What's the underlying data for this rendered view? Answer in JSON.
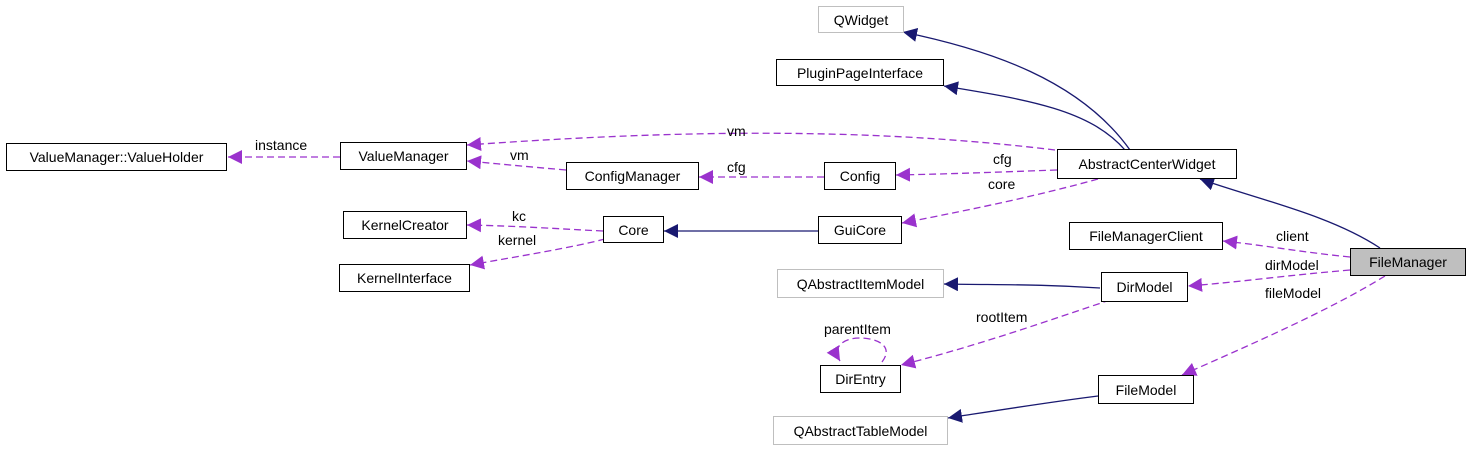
{
  "colors": {
    "inheritance": "#191970",
    "usage": "#9a32cd",
    "external_border": "#bfbfbf",
    "focus_fill": "#bfbfbf"
  },
  "nodes": {
    "qwidget": "QWidget",
    "plugin_page_interface": "PluginPageInterface",
    "value_holder": "ValueManager::ValueHolder",
    "value_manager": "ValueManager",
    "config_manager": "ConfigManager",
    "config": "Config",
    "abstract_center_widget": "AbstractCenterWidget",
    "kernel_creator": "KernelCreator",
    "core": "Core",
    "gui_core": "GuiCore",
    "file_manager_client": "FileManagerClient",
    "kernel_interface": "KernelInterface",
    "qabstract_item_model": "QAbstractItemModel",
    "dir_model": "DirModel",
    "file_manager": "FileManager",
    "dir_entry": "DirEntry",
    "file_model": "FileModel",
    "qabstract_table_model": "QAbstractTableModel"
  },
  "edge_labels": {
    "instance": "instance",
    "vm_top": "vm",
    "vm": "vm",
    "cfg_config": "cfg",
    "cfg_widget": "cfg",
    "core": "core",
    "kc": "kc",
    "kernel": "kernel",
    "client": "client",
    "dir_model": "dirModel",
    "file_model": "fileModel",
    "root_item": "rootItem",
    "parent_item": "parentItem"
  }
}
